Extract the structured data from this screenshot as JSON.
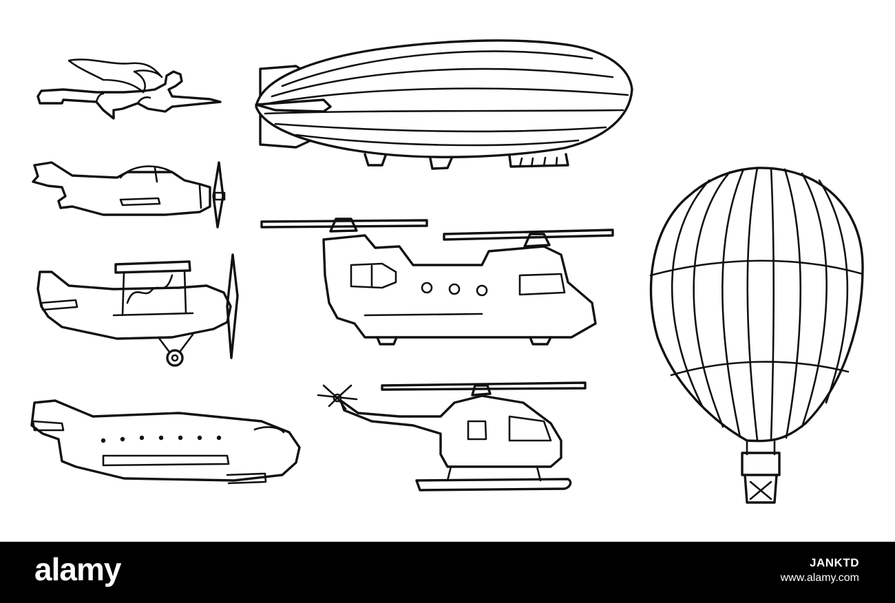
{
  "watermark": {
    "brand": "alamy",
    "image_id": "JANKTD",
    "website": "www.alamy.com",
    "background_color": "#000000",
    "text_color": "#ffffff"
  },
  "illustration": {
    "style": "black line drawing on white",
    "ink_color": "#111111",
    "background_color": "#ffffff",
    "objects": [
      {
        "name": "flying-superhero"
      },
      {
        "name": "striped-airship"
      },
      {
        "name": "propeller-plane"
      },
      {
        "name": "biplane"
      },
      {
        "name": "tandem-rotor-helicopter"
      },
      {
        "name": "hot-air-balloon"
      },
      {
        "name": "passenger-jet"
      },
      {
        "name": "small-helicopter"
      }
    ]
  }
}
